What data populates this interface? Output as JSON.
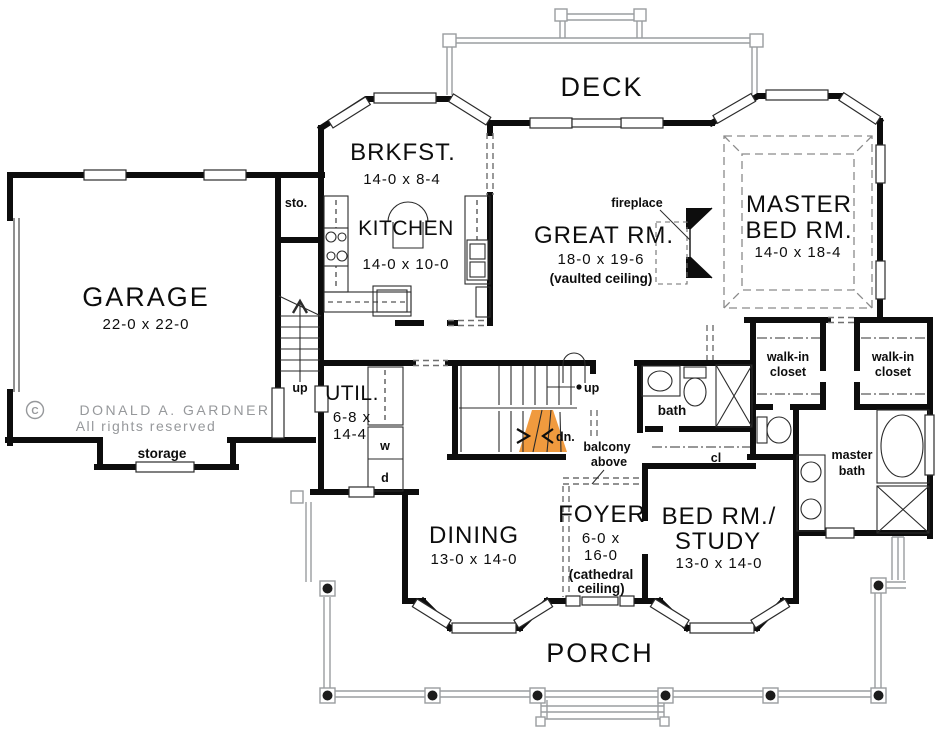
{
  "title": "First floor plan",
  "colors": {
    "wall": "#0d0d0d",
    "thin_line": "#2b2b2b",
    "rail_gray": "#9a9da0",
    "dash_gray": "#6f6f6f",
    "stair_highlight": "#F09A3E",
    "watermark_gray": "#96989b"
  },
  "outdoor": {
    "deck": "DECK",
    "porch": "PORCH"
  },
  "rooms": {
    "garage": {
      "name": "GARAGE",
      "dims": "22-0 x 22-0"
    },
    "brkfst": {
      "name": "BRKFST.",
      "dims": "14-0 x 8-4"
    },
    "kitchen": {
      "name": "KITCHEN",
      "dims": "14-0 x 10-0"
    },
    "great_rm": {
      "name": "GREAT RM.",
      "dims": "18-0 x 19-6",
      "note": "(vaulted ceiling)"
    },
    "master_bed": {
      "name_line1": "MASTER",
      "name_line2": "BED RM.",
      "dims": "14-0 x 18-4"
    },
    "util": {
      "name": "UTIL.",
      "dims_line1": "6-8 x",
      "dims_line2": "14-4"
    },
    "dining": {
      "name": "DINING",
      "dims": "13-0 x 14-0"
    },
    "foyer": {
      "name": "FOYER",
      "dims_line1": "6-0 x",
      "dims_line2": "16-0",
      "note_line1": "(cathedral",
      "note_line2": "ceiling)"
    },
    "bed_study": {
      "name_line1": "BED RM./",
      "name_line2": "STUDY",
      "dims": "13-0 x 14-0"
    },
    "bath": {
      "name": "bath"
    },
    "master_bath": {
      "name_line1": "master",
      "name_line2": "bath"
    },
    "walkin_closet_1": {
      "name_line1": "walk-in",
      "name_line2": "closet"
    },
    "walkin_closet_2": {
      "name_line1": "walk-in",
      "name_line2": "closet"
    },
    "closet": {
      "name": "cl"
    },
    "storage_room": {
      "name": "storage"
    },
    "sto_closet": {
      "name": "sto."
    }
  },
  "annotations": {
    "fireplace": "fireplace",
    "balcony_line1": "balcony",
    "balcony_line2": "above",
    "up_garage": "up",
    "up_main": "up",
    "down": "dn.",
    "washer": "w",
    "dryer": "d"
  },
  "watermark": {
    "symbol": "C",
    "line1": "DONALD A. GARDNER",
    "line2": "All rights reserved"
  }
}
